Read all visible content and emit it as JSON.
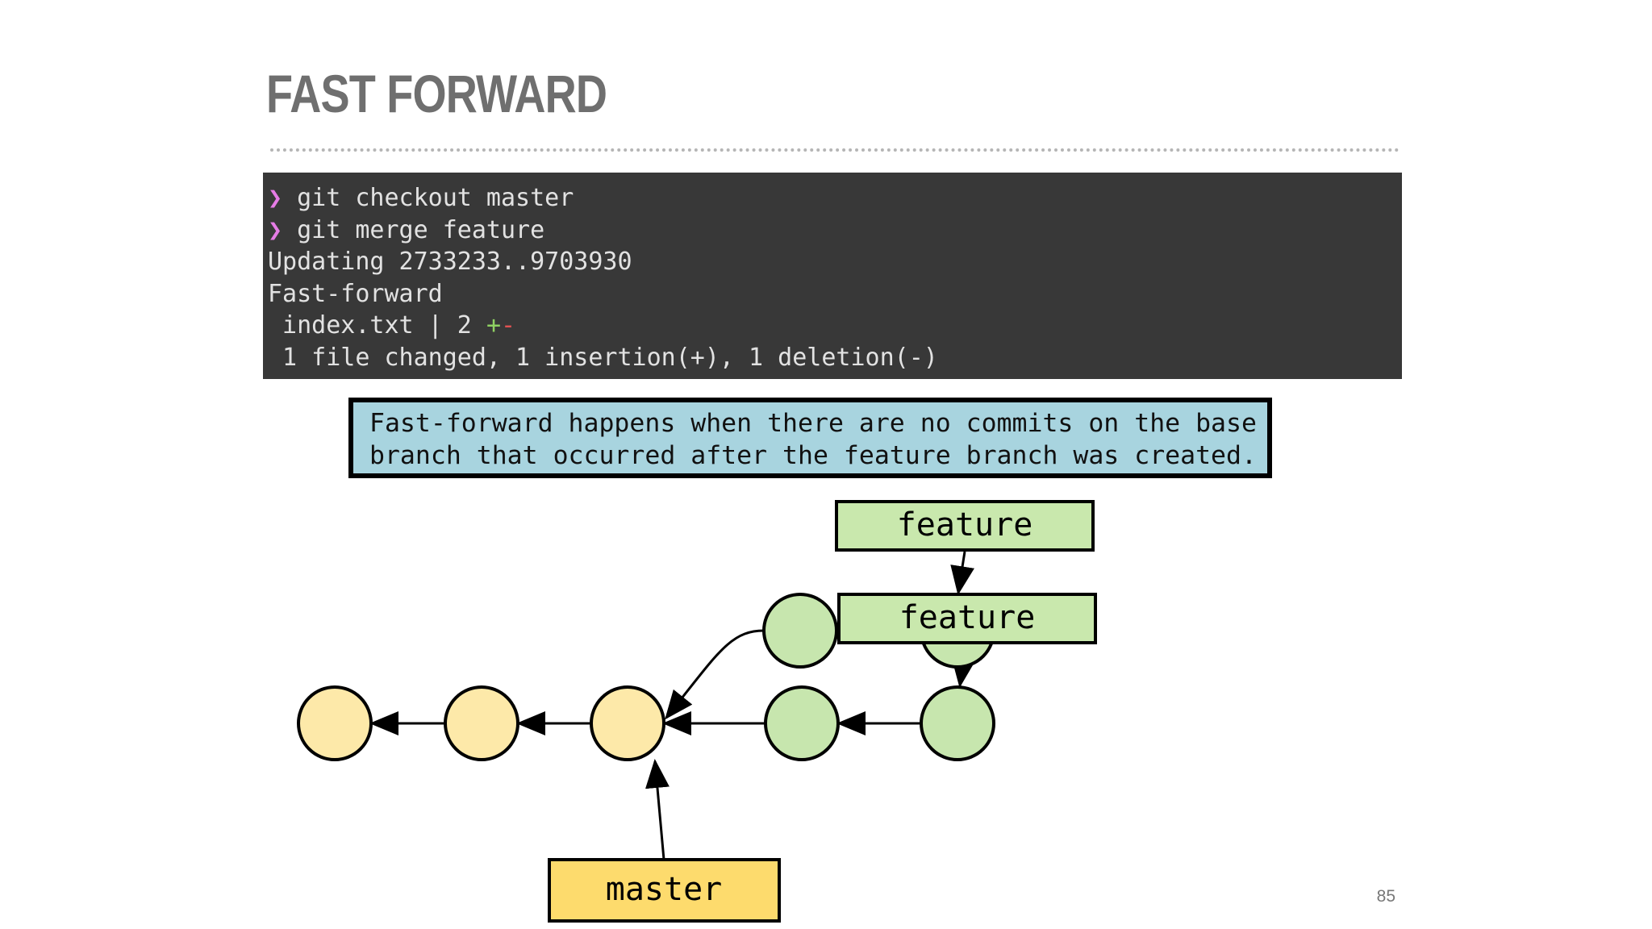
{
  "slide": {
    "title": "FAST FORWARD",
    "page_number": "85"
  },
  "terminal": {
    "prompt_symbol": "❯",
    "lines": [
      {
        "command": "git checkout master"
      },
      {
        "command": "git merge feature"
      },
      {
        "text": "Updating 2733233..9703930"
      },
      {
        "text": "Fast-forward"
      },
      {
        "text": " index.txt | 2 ",
        "plus": "+",
        "minus": "-"
      },
      {
        "text": " 1 file changed, 1 insertion(+), 1 deletion(-)"
      }
    ]
  },
  "note": {
    "line1": "Fast-forward happens when there are no commits on the base",
    "line2": "branch that occurred after the feature branch was created."
  },
  "diagram": {
    "colors": {
      "base_commit": "#fde9a9",
      "feature_commit": "#c7e6ae",
      "feature_label": "#c9e8ad",
      "master_label": "#fddb6d",
      "stroke": "#000000"
    },
    "labels": {
      "feature_old": "feature",
      "feature_new": "feature",
      "master": "master"
    }
  }
}
